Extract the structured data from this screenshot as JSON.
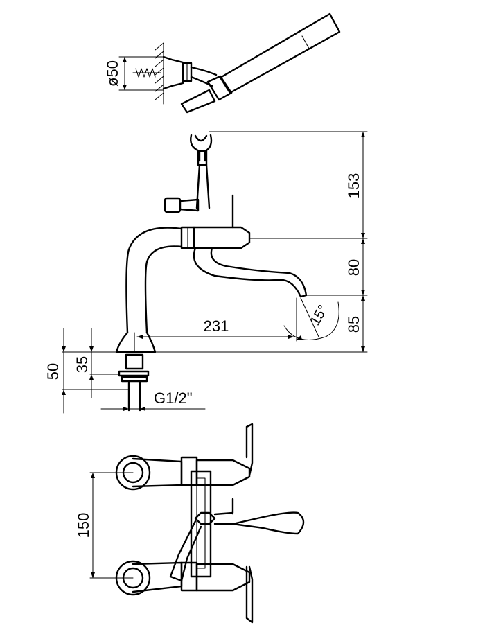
{
  "dimensions": {
    "hand_shower_wall_diameter": "ø50",
    "handle_height": "153",
    "spout_rise": "80",
    "spout_to_outlet": "85",
    "spout_reach": "231",
    "outlet_angle": "15°",
    "deck_total": "50",
    "deck_shank": "35",
    "thread": "G1/2\"",
    "inlet_spacing": "150"
  }
}
